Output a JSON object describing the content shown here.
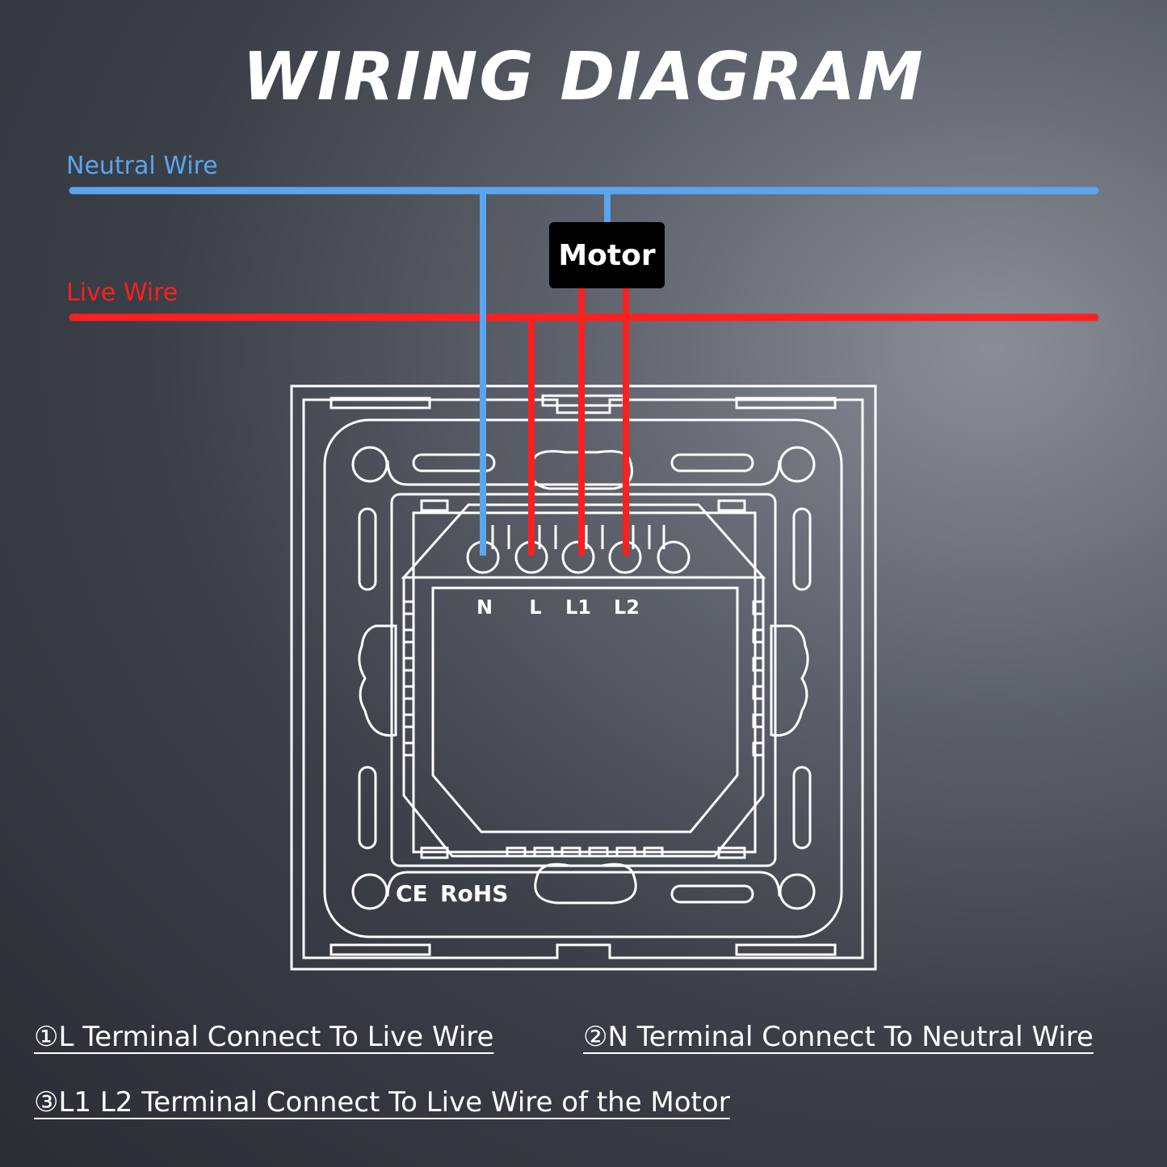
{
  "title": "WIRING DIAGRAM",
  "wires": {
    "neutral_label": "Neutral Wire",
    "live_label": "Live Wire",
    "neutral_color": "#5aa6ee",
    "live_color": "#ff1f1f"
  },
  "motor_label": "Motor",
  "terminals": {
    "n": "N",
    "l": "L",
    "l1": "L1",
    "l2": "L2"
  },
  "certifications": {
    "ce": "CE",
    "rohs": "RoHS"
  },
  "notes": [
    "①L Terminal Connect To Live Wire",
    "②N Terminal Connect To Neutral Wire",
    "③L1 L2 Terminal Connect To Live Wire of the Motor"
  ]
}
